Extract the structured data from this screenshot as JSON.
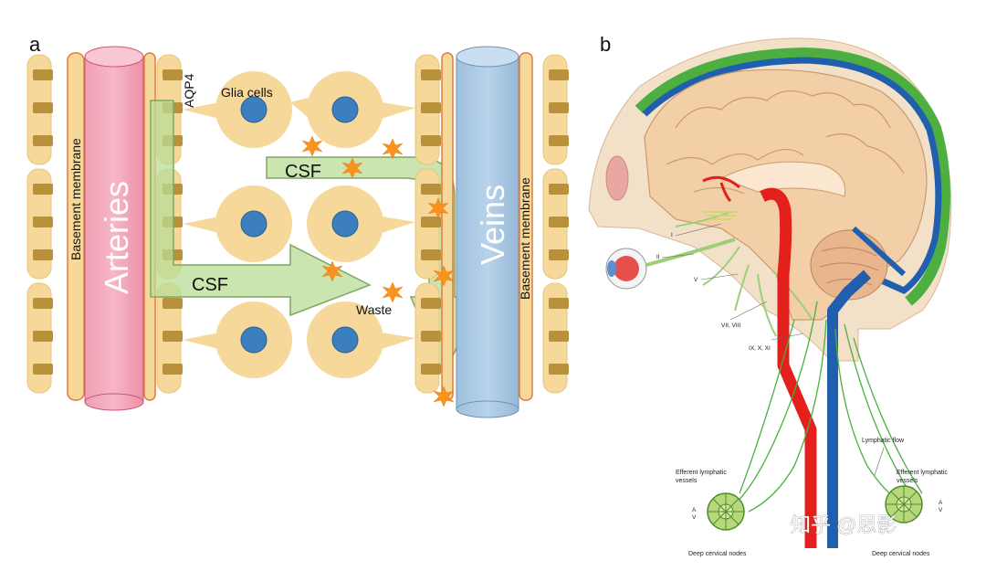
{
  "panel_a": {
    "letter": "a",
    "arteries": "Arteries",
    "veins": "Veins",
    "basement_membrane_left": "Basement membrane",
    "basement_membrane_right": "Basement membrane",
    "aqp4": "AQP4",
    "glia_cells": "Glia cells",
    "csf_upper": "CSF",
    "csf_lower": "CSF",
    "waste": "Waste",
    "colors": {
      "artery": "#f2a7b8",
      "vein": "#a9c8e3",
      "glia": "#f6d99a",
      "nucleus": "#3b7fbf",
      "csf": "#b9dc95",
      "waste": "#f7931e"
    }
  },
  "panel_b": {
    "letter": "b",
    "nerve_I": "I",
    "nerve_II": "II",
    "nerve_V": "V",
    "nerve_VII_VIII": "VII, VIII",
    "nerve_IX_X_XI": "IX, X, XI",
    "lymphatic_flow": "Lymphatic flow",
    "efferent_left": [
      "Efferent lymphatic",
      "vessels"
    ],
    "efferent_right": [
      "Efferent lymphatic",
      "vessels"
    ],
    "deep_nodes_left": "Deep cervical nodes",
    "deep_nodes_right": "Deep cervical nodes",
    "node_marks_left": [
      "A",
      "V"
    ],
    "node_marks_right": [
      "A",
      "V"
    ],
    "colors": {
      "artery": "#e3201b",
      "vein": "#1f5fae",
      "lymph": "#4caf3f",
      "brain": "#f3cfa7",
      "skull": "#f3e0c8"
    }
  },
  "watermark": "知乎 @思影"
}
